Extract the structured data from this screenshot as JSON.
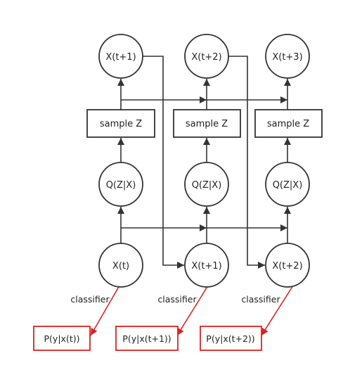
{
  "colors": {
    "stroke": "#333333",
    "text": "#222222",
    "highlight": "#e02020",
    "background": "#ffffff"
  },
  "columns": [
    {
      "future_node": "X(t+1)",
      "sample_node": "sample Z",
      "encoder_node": "Q(Z|X)",
      "input_node": "X(t)",
      "classifier_label": "classifier",
      "output_node": "P(y|x(t))"
    },
    {
      "future_node": "X(t+2)",
      "sample_node": "sample Z",
      "encoder_node": "Q(Z|X)",
      "input_node": "X(t+1)",
      "classifier_label": "classifier",
      "output_node": "P(y|x(t+1))"
    },
    {
      "future_node": "X(t+3)",
      "sample_node": "sample Z",
      "encoder_node": "Q(Z|X)",
      "input_node": "X(t+2)",
      "classifier_label": "classifier",
      "output_node": "P(y|x(t+2))"
    }
  ]
}
